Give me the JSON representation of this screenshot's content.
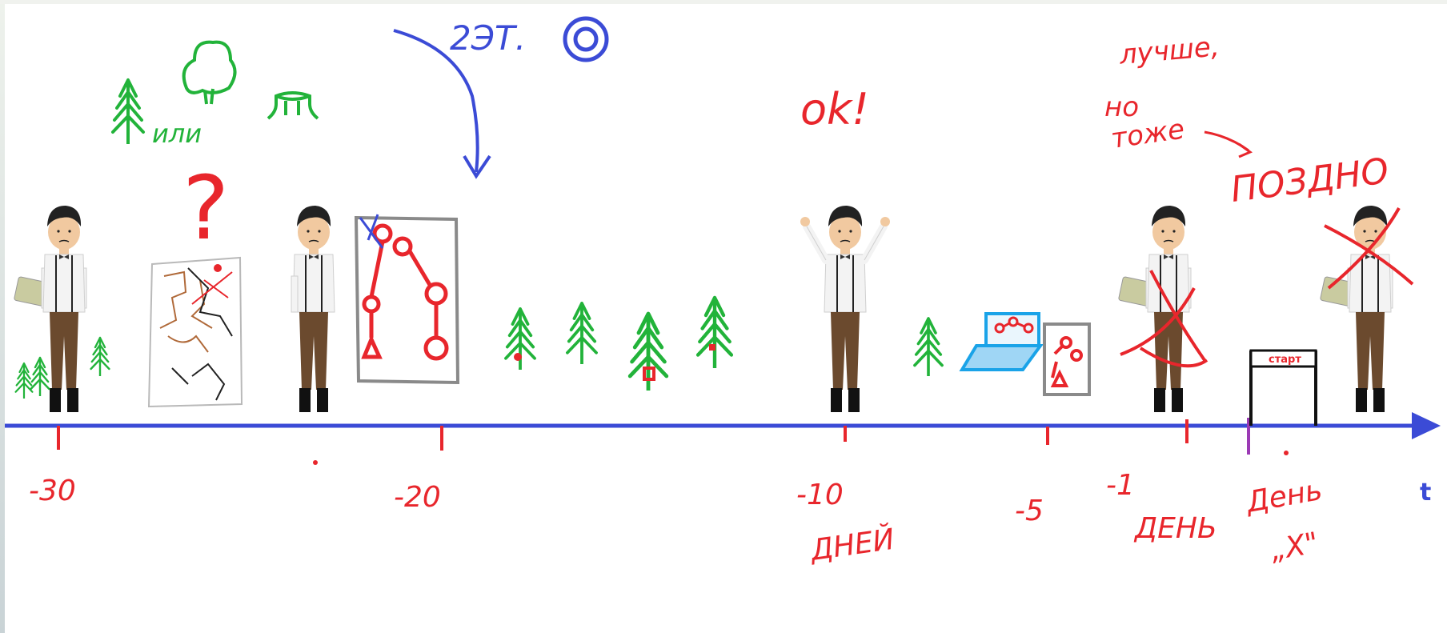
{
  "colors": {
    "axis": "#3b4bd6",
    "annotation_red": "#e8262c",
    "annotation_blue": "#3b4bd6",
    "tree_green": "#22b33a",
    "laptop_blue": "#1aa3e8"
  },
  "timeline": {
    "axis_label": "t",
    "ticks": [
      "-30",
      "-20",
      "-10",
      "-5",
      "-1"
    ],
    "label_days": "ДНЕЙ",
    "label_day": "ДЕНЬ",
    "label_dayx_line1": "День",
    "label_dayx_line2": "„Х\""
  },
  "annotations": {
    "ili": "или",
    "stage2": "2ЭТ.",
    "ok": "ok!",
    "luchshe": "лучше,",
    "no": "но",
    "tozhe": "тоже",
    "pozdno": "ПОЗДНО",
    "start": "старт",
    "question": "?"
  },
  "icons": [
    "person-icon",
    "tree-icon",
    "deciduous-tree-icon",
    "stump-icon",
    "map-sketch-icon",
    "route-scheme-icon",
    "laptop-icon",
    "start-gate-icon",
    "target-icon"
  ]
}
